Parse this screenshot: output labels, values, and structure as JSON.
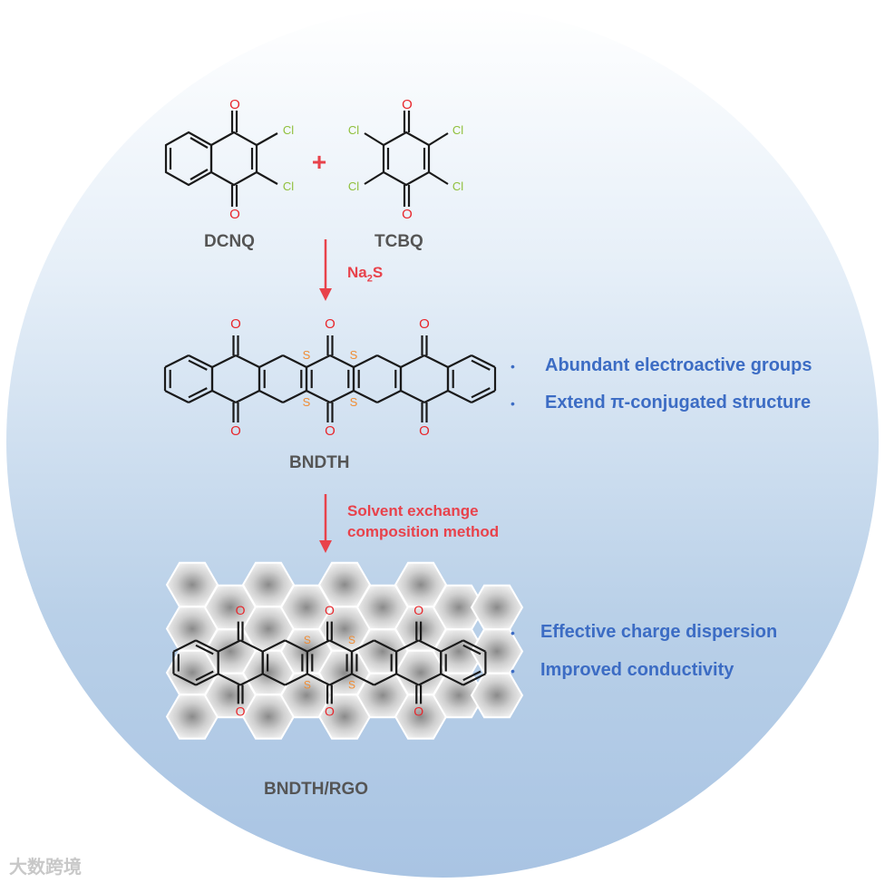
{
  "compounds": {
    "dcnq": "DCNQ",
    "tcbq": "TCBQ",
    "bndth": "BNDTH",
    "composite": "BNDTH/RGO"
  },
  "plus": "+",
  "atoms": {
    "oxygen": "O",
    "chlorine": "Cl",
    "sulfur": "S"
  },
  "reagent": {
    "main": "Na",
    "subscript": "2",
    "tail": "S"
  },
  "step2": {
    "line1": "Solvent exchange",
    "line2": "composition method"
  },
  "features_molecule": [
    "Abundant electroactive groups",
    "Extend π-conjugated structure"
  ],
  "features_composite": [
    "Effective charge dispersion",
    "Improved conductivity"
  ],
  "bullet_char": "•",
  "watermark": "大数跨境",
  "colors": {
    "arrow": "#e8424b",
    "oxygen": "#e8262b",
    "chlorine": "#8fbf3a",
    "sulfur": "#f08c33",
    "bullet_text": "#3c6cc4"
  }
}
